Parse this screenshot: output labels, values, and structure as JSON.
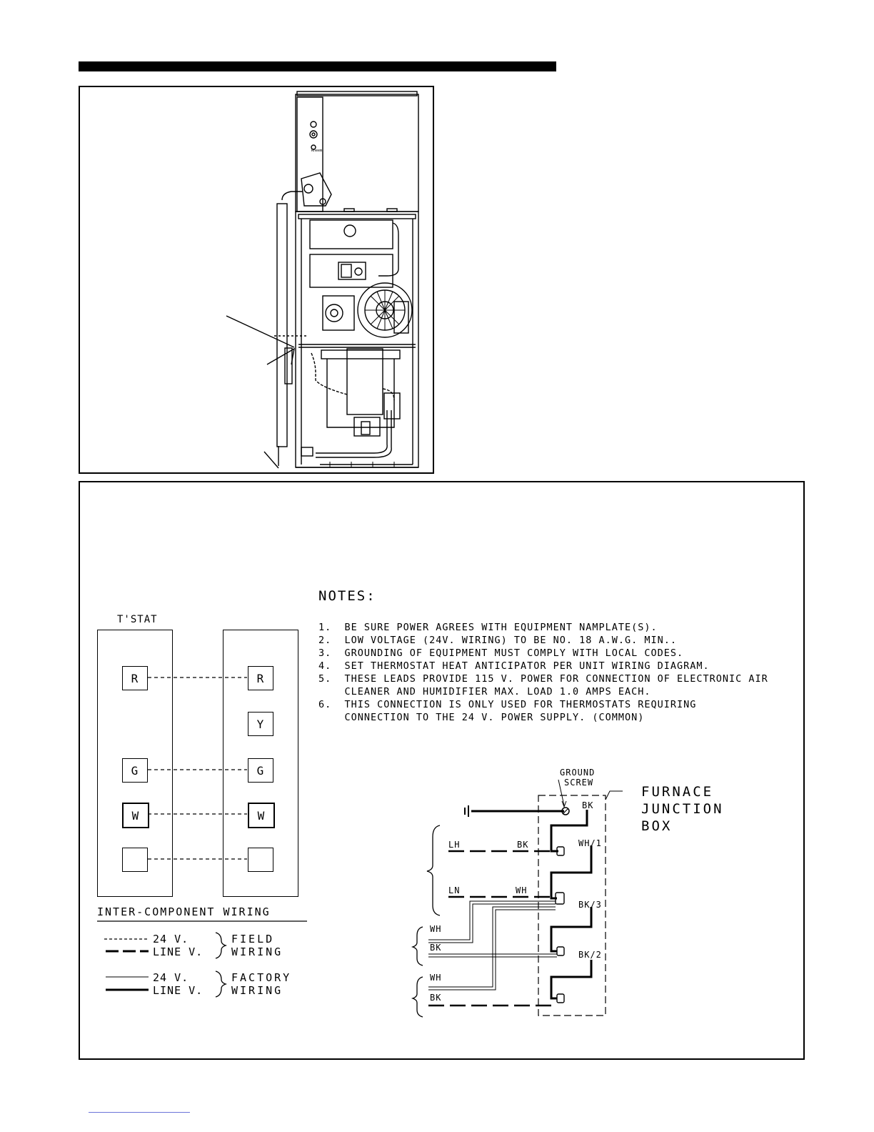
{
  "thermostat": {
    "title": "T'STAT",
    "left_terminals": [
      "R",
      "G",
      "W",
      ""
    ],
    "right_terminals": [
      "R",
      "Y",
      "G",
      "W",
      ""
    ]
  },
  "legend": {
    "title": "INTER-COMPONENT WIRING",
    "field": {
      "line1": "24 V.",
      "line2": "LINE V.",
      "label1": "FIELD",
      "label2": "WIRING"
    },
    "factory": {
      "line1": "24 V.",
      "line2": "LINE V.",
      "label1": "FACTORY",
      "label2": "WIRING"
    }
  },
  "notes": {
    "title": "NOTES:",
    "items": [
      "1.  BE SURE POWER AGREES WITH EQUIPMENT NAMPLATE(S).",
      "2.  LOW VOLTAGE (24V. WIRING) TO BE NO. 18 A.W.G. MIN..",
      "3.  GROUNDING OF EQUIPMENT MUST COMPLY WITH LOCAL CODES.",
      "4.  SET THERMOSTAT HEAT ANTICIPATOR PER UNIT WIRING DIAGRAM.",
      "5.  THESE LEADS PROVIDE 115 V. POWER FOR CONNECTION OF ELECTRONIC AIR",
      "    CLEANER AND HUMIDIFIER MAX. LOAD 1.0 AMPS EACH.",
      "6.  THIS CONNECTION IS ONLY USED FOR THERMOSTATS REQUIRING",
      "    CONNECTION TO THE 24 V. POWER SUPPLY. (COMMON)"
    ]
  },
  "junction": {
    "ground_screw": [
      "GROUND",
      "SCREW"
    ],
    "box_label": [
      "FURNACE",
      "JUNCTION",
      "BOX"
    ],
    "inside_labels": [
      "BK",
      "WH/1",
      "BK/3",
      "BK/2"
    ],
    "supply_labels": [
      "LH",
      "BK",
      "LN",
      "WH"
    ],
    "accessory1_labels": [
      "WH",
      "BK"
    ],
    "accessory2_labels": [
      "WH",
      "BK"
    ]
  },
  "furnace": {
    "badge": "Rheem"
  }
}
